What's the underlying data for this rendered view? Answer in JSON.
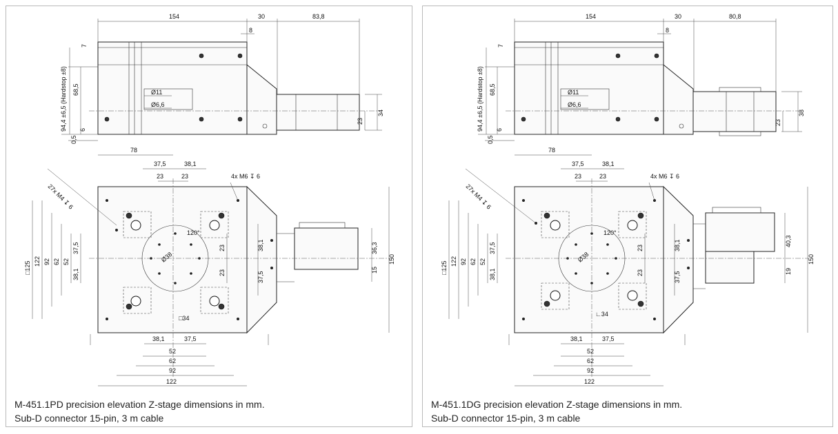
{
  "left": {
    "caption_line1": "M-451.1PD precision elevation Z-stage dimensions in mm.",
    "caption_line2": "Sub-D connector 15-pin, 3 m cable",
    "side": {
      "w154": "154",
      "w30": "30",
      "w_motor": "83,8",
      "w8": "8",
      "h7": "7",
      "h945": "94,4 ±6,5 (Hardstop ±8)",
      "h685": "68,5",
      "h6": "6",
      "h05": "0,5",
      "d11": "Ø11",
      "d66": "Ø6,6",
      "h23": "23",
      "h_motor": "34"
    },
    "top": {
      "w78": "78",
      "w375a": "37,5",
      "w381a": "38,1",
      "w23a": "23",
      "w23b": "23",
      "m6": "4x M6 ↧ 6",
      "m4": "27x M4 ↧ 6",
      "a120": "120°",
      "d38": "Ø38",
      "sq34": "□34",
      "sq125": "□125",
      "h122": "122",
      "h92": "92",
      "h62": "62",
      "h52": "52",
      "h375": "37,5",
      "h381": "38,1",
      "r23a": "23",
      "r23b": "23",
      "r381": "38,1",
      "r375": "37,5",
      "c_a": "36,3",
      "c_b": "15",
      "h150": "150",
      "b381": "38,1",
      "b375": "37,5",
      "b52": "52",
      "b62": "62",
      "b92": "92",
      "b122": "122"
    }
  },
  "right": {
    "caption_line1": "M-451.1DG precision elevation Z-stage dimensions in mm.",
    "caption_line2": "Sub-D connector 15-pin, 3 m cable",
    "side": {
      "w154": "154",
      "w30": "30",
      "w_motor": "80,8",
      "w8": "8",
      "h7": "7",
      "h945": "94,4 ±6,5 (Hardstop ±8)",
      "h685": "68,5",
      "h6": "6",
      "h05": "0,5",
      "d11": "Ø11",
      "d66": "Ø6,6",
      "h23": "23",
      "h_motor": "38"
    },
    "top": {
      "w78": "78",
      "w375a": "37,5",
      "w381a": "38,1",
      "w23a": "23",
      "w23b": "23",
      "m6": "4x M6 ↧ 6",
      "m4": "27x M4 ↧ 6",
      "a120": "120°",
      "d38": "Ø38",
      "sq34": "∟34",
      "sq125": "□125",
      "h122": "122",
      "h92": "92",
      "h62": "62",
      "h52": "52",
      "h375": "37,5",
      "h381": "38,1",
      "r23a": "23",
      "r23b": "23",
      "r381": "38,1",
      "r375": "37,5",
      "c_a": "40,3",
      "c_b": "19",
      "h150": "150",
      "b381": "38,1",
      "b375": "37,5",
      "b52": "52",
      "b62": "62",
      "b92": "92",
      "b122": "122"
    }
  }
}
